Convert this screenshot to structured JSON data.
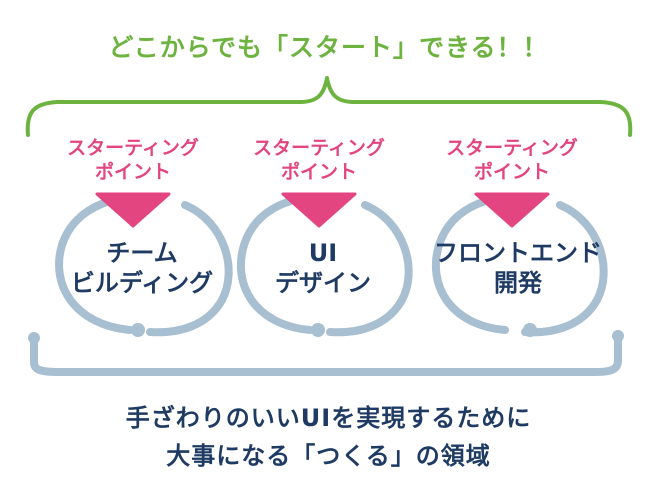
{
  "headline": "どこからでも「スタート」できる！！",
  "starting_label_line1": "スターティング",
  "starting_label_line2": "ポイント",
  "areas": [
    {
      "line1": "チーム",
      "line2": "ビルディング"
    },
    {
      "line1": "UI",
      "line2": "デザイン"
    },
    {
      "line1": "フロントエンド",
      "line2": "開発"
    }
  ],
  "footer_line1": "手ざわりのいいUIを実現するために",
  "footer_line2": "大事になる「つくる」の領域",
  "colors": {
    "headline_green": "#6db33f",
    "starting_pink": "#e2457f",
    "circle_blue": "#a7bfd1",
    "text_navy": "#1f3b63"
  }
}
